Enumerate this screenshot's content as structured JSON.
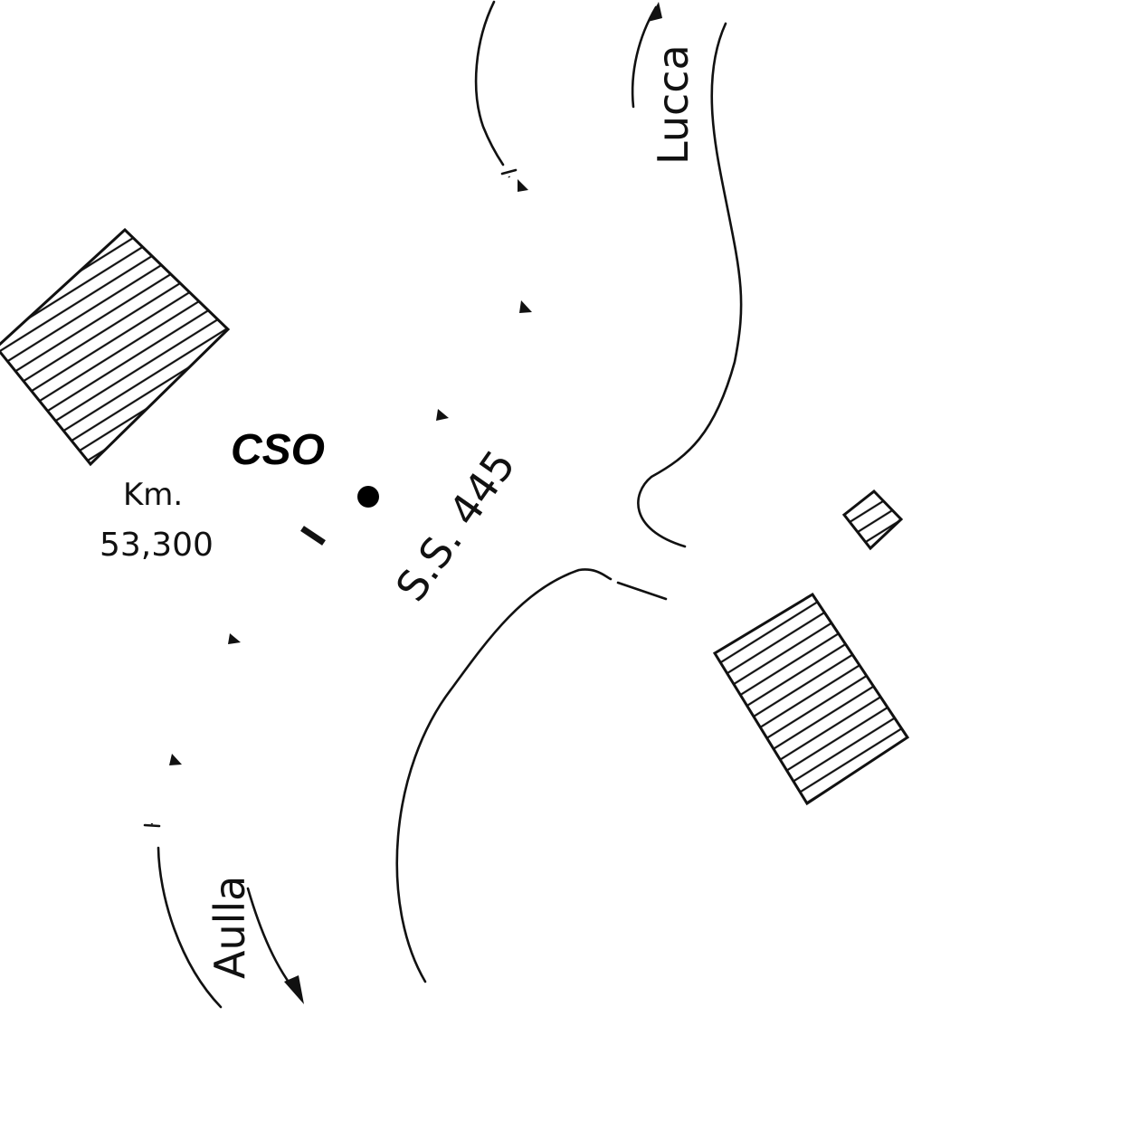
{
  "map": {
    "ink_color": "#111111",
    "paper_color": "#ffffff",
    "labels": {
      "site_code": "CSO",
      "km_prefix": "Km.",
      "km_value": "53,300",
      "road_name": "S.S. 445",
      "destination_north": "Lucca",
      "destination_south": "Aulla"
    },
    "buildings": [
      {
        "name": "building-west"
      },
      {
        "name": "building-small-east"
      },
      {
        "name": "building-southeast"
      }
    ],
    "symbols": {
      "site_marker": "filled-circle",
      "barrier_flow_marks": "triangle",
      "km_marker": "bar"
    }
  }
}
